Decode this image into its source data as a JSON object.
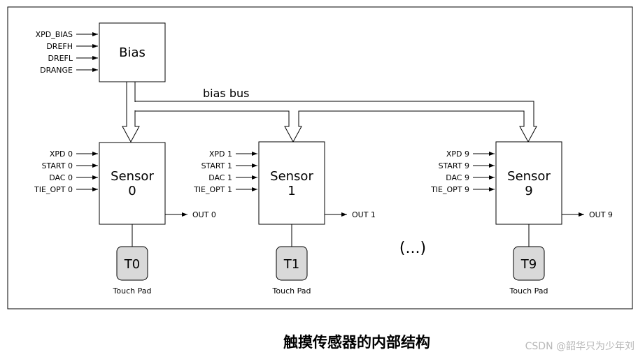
{
  "bias": {
    "label": "Bias",
    "inputs": [
      "XPD_BIAS",
      "DREFH",
      "DREFL",
      "DRANGE"
    ]
  },
  "bus_label": "bias bus",
  "sensors": [
    {
      "name": "Sensor",
      "index": "0",
      "inputs": [
        "XPD 0",
        "START 0",
        "DAC 0",
        "TIE_OPT 0"
      ],
      "output": "OUT 0",
      "pad": "T0",
      "pad_label": "Touch Pad"
    },
    {
      "name": "Sensor",
      "index": "1",
      "inputs": [
        "XPD 1",
        "START 1",
        "DAC 1",
        "TIE_OPT 1"
      ],
      "output": "OUT 1",
      "pad": "T1",
      "pad_label": "Touch Pad"
    },
    {
      "name": "Sensor",
      "index": "9",
      "inputs": [
        "XPD 9",
        "START 9",
        "DAC 9",
        "TIE_OPT 9"
      ],
      "output": "OUT 9",
      "pad": "T9",
      "pad_label": "Touch Pad"
    }
  ],
  "ellipsis": "(...)",
  "caption": "触摸传感器的内部结构",
  "watermark": "CSDN @韶华只为少年刘",
  "colors": {
    "pad_fill": "#d9d9d9",
    "stroke": "#000000",
    "watermark": "#b8b8b8"
  }
}
